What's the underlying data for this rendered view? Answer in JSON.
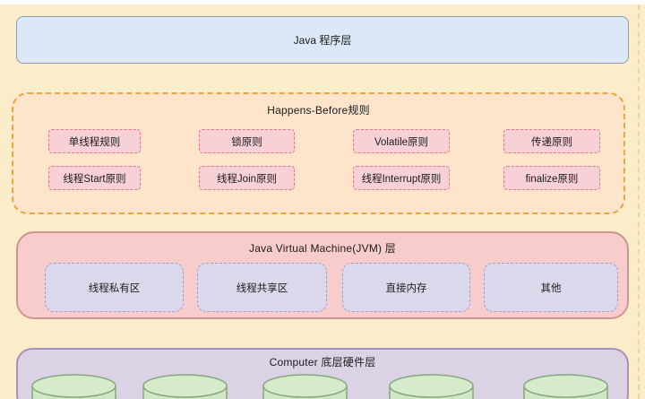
{
  "colors": {
    "bg": "#fcedca",
    "app_fill": "#dce8f8",
    "app_border": "#8d9cae",
    "hb_fill": "#fde4cb",
    "hb_border": "#eca43e",
    "rule_fill": "#f7d1d5",
    "rule_border": "#e0787e",
    "jvm_fill": "#f7cccb",
    "jvm_border": "#cf9590",
    "region_fill": "#dcd8ec",
    "region_border": "#a19bc9",
    "hw_fill": "#dcd2e6",
    "hw_border": "#a78fba",
    "cyl_fill": "#cfe7c5",
    "cyl_top": "#d6ebcb",
    "cyl_border": "#85a87a"
  },
  "layers": {
    "app": {
      "label": "Java 程序层"
    },
    "happens_before": {
      "title": "Happens-Before规则",
      "rules_row1": [
        "单线程规则",
        "锁原则",
        "Volatile原则",
        "传递原则"
      ],
      "rules_row2": [
        "线程Start原则",
        "线程Join原则",
        "线程Interrupt原则",
        "finalize原则"
      ]
    },
    "jvm": {
      "title": "Java Virtual Machine(JVM) 层",
      "regions": [
        "线程私有区",
        "线程共享区",
        "直接内存",
        "其他"
      ]
    },
    "hardware": {
      "title": "Computer 底层硬件层",
      "cylinder_count": 5
    }
  }
}
